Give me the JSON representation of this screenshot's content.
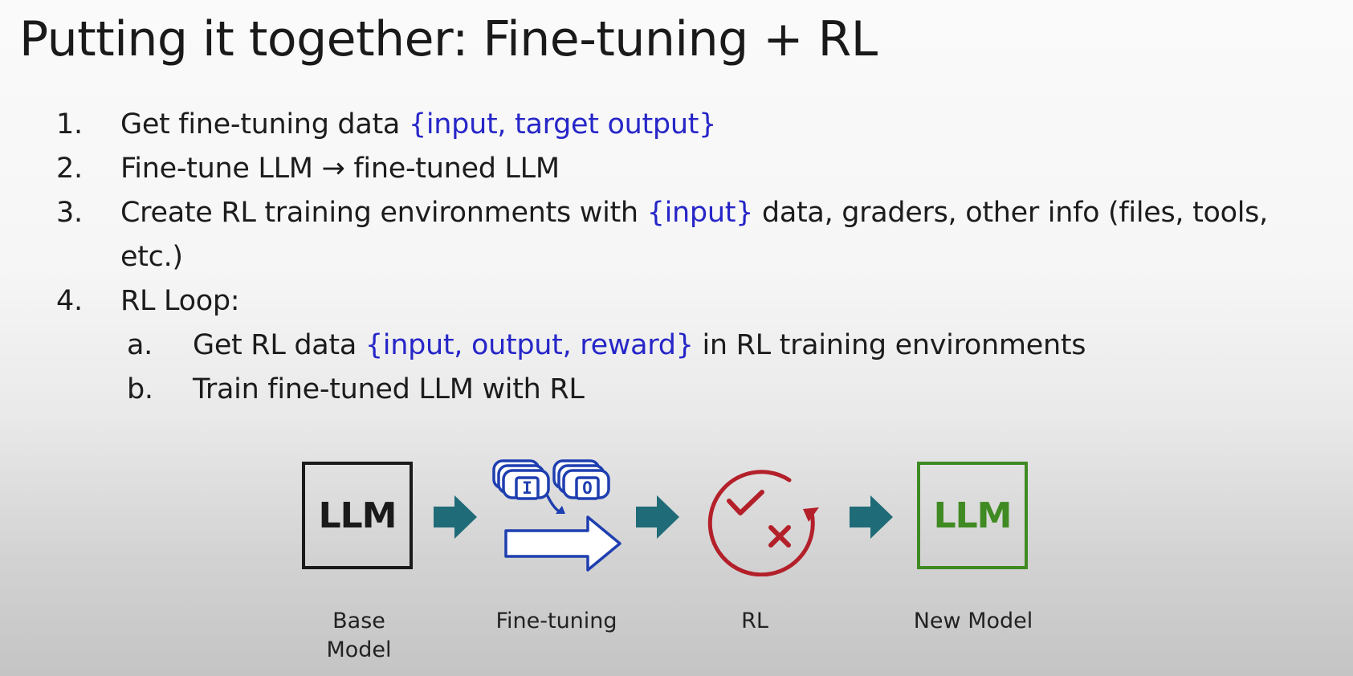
{
  "slide": {
    "title": "Putting it together: Fine-tuning + RL"
  },
  "steps": [
    {
      "number": "1.",
      "text": "Get fine-tuning data ",
      "highlight": "{input, target output}",
      "after": ""
    },
    {
      "number": "2.",
      "text": "Fine-tune LLM → fine-tuned LLM",
      "highlight": "",
      "after": ""
    },
    {
      "number": "3.",
      "text": "Create RL training environments with ",
      "highlight": "{input}",
      "after": " data, graders, other info (files, tools, etc.)"
    },
    {
      "number": "4.",
      "text": "RL Loop:",
      "highlight": "",
      "after": ""
    }
  ],
  "substeps": [
    {
      "letter": "a.",
      "text": "Get RL data ",
      "highlight": "{input, output, reward}",
      "after": " in RL training environments"
    },
    {
      "letter": "b.",
      "text": "Train fine-tuned LLM with RL",
      "highlight": "",
      "after": ""
    }
  ],
  "diagram": {
    "base_box_text": "LLM",
    "new_box_text": "LLM",
    "finetune_icon_input_letter": "I",
    "finetune_icon_output_letter": "O",
    "captions": {
      "base_model": "Base Model",
      "fine_tuning": "Fine-tuning",
      "rl": "RL",
      "new_model": "New Model"
    },
    "icons": [
      "llm-box",
      "arrow-right-icon",
      "fine-tuning-icon",
      "rl-cycle-icon",
      "llm-box"
    ]
  },
  "colors": {
    "highlight": "#2626c8",
    "arrow": "#1f6b78",
    "finetune_icon": "#1f3fb0",
    "rl_icon": "#b3202a",
    "new_model": "#3f8a22"
  }
}
